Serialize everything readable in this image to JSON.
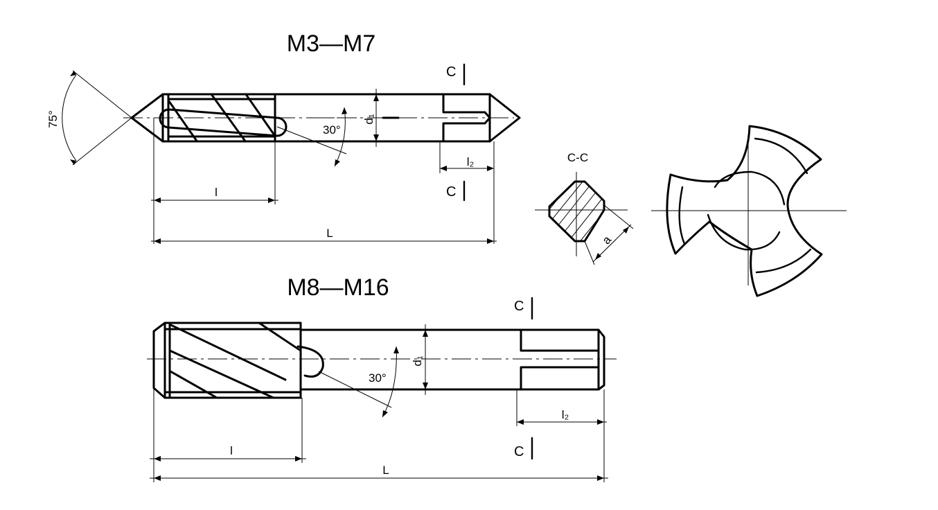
{
  "top_view": {
    "title": "M3—M7",
    "angle_point": "75°",
    "angle_flute": "30°",
    "dim_diameter": "d₁",
    "dim_square_length": "l₂",
    "dim_thread_length": "l",
    "dim_total_length": "L",
    "section_mark_top": "C",
    "section_mark_bottom": "C"
  },
  "section_view": {
    "title": "C-C",
    "dim_square": "a"
  },
  "bottom_view": {
    "title": "M8—M16",
    "angle_flute": "30°",
    "dim_diameter": "d₁",
    "dim_square_length": "l₂",
    "dim_thread_length": "l",
    "dim_total_length": "L",
    "section_mark_top": "C",
    "section_mark_bottom": "C"
  }
}
